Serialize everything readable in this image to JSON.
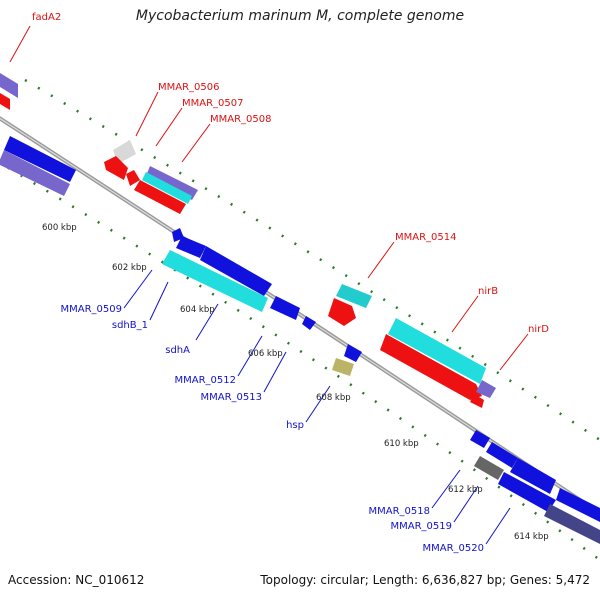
{
  "title": "Mycobacterium marinum M, complete genome",
  "footer": {
    "accession": "Accession: NC_010612",
    "summary": "Topology: circular; Length: 6,636,827 bp; Genes: 5,472"
  },
  "colors": {
    "top_label": "#dd1111",
    "bottom_label": "#1111cc",
    "backbone": "#888888",
    "tick_dots": "#2a7a2a",
    "red": "#ee1111",
    "blue": "#1111dd",
    "cyan": "#22dddd",
    "purple": "#7766cc",
    "gray": "#d8d8d8",
    "dark_gray": "#666666",
    "khaki": "#bbb366",
    "slate": "#444488"
  },
  "scale_labels": [
    "600 kbp",
    "602 kbp",
    "604 kbp",
    "606 kbp",
    "608 kbp",
    "610 kbp",
    "612 kbp",
    "614 kbp"
  ],
  "top_genes": [
    "fadA2",
    "MMAR_0506",
    "MMAR_0507",
    "MMAR_0508",
    "MMAR_0514",
    "nirB",
    "nirD"
  ],
  "bottom_genes": [
    "MMAR_0509",
    "sdhB_1",
    "sdhA",
    "MMAR_0512",
    "MMAR_0513",
    "hsp",
    "MMAR_0518",
    "MMAR_0519",
    "MMAR_0520"
  ]
}
